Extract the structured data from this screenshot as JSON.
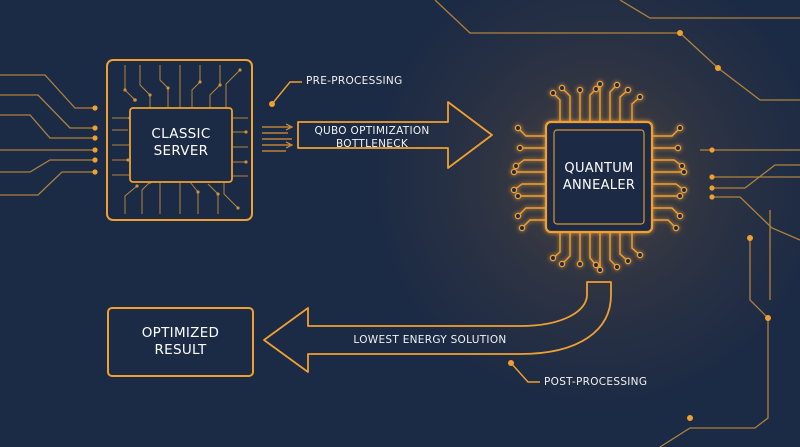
{
  "nodes": {
    "classic_server": [
      "CLASSIC",
      "SERVER"
    ],
    "quantum_annealer": [
      "QUANTUM",
      "ANNEALER"
    ],
    "optimized_result": [
      "OPTIMIZED",
      "RESULT"
    ]
  },
  "annotations": {
    "pre_processing": "PRE-PROCESSING",
    "qubo_bottleneck": [
      "QUBO OPTIMIZATION",
      "BOTTLENECK"
    ],
    "lowest_energy": "LOWEST ENERGY SOLUTION",
    "post_processing": "POST-PROCESSING"
  },
  "colors": {
    "background": "#1b2a45",
    "accent": "#f0a030",
    "text": "#ffffff"
  }
}
